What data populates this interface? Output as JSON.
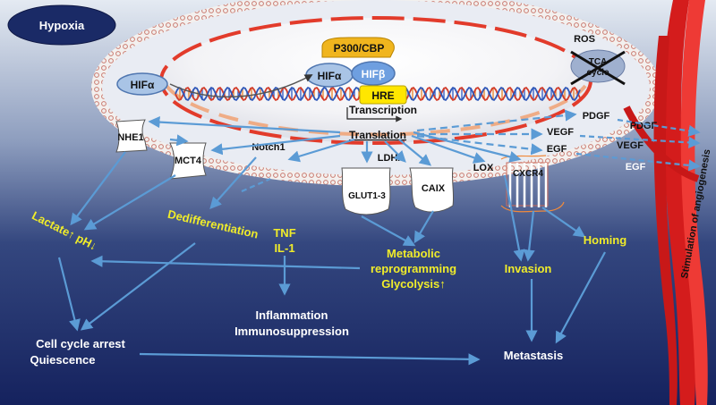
{
  "colors": {
    "bg_top": "#dfe6ef",
    "bg_bottom": "#1a2a66",
    "arrow": "#5b9bd5",
    "yellow_text": "#f0ec2a",
    "white_text": "#ffffff",
    "dark_text": "#111111",
    "vessel": "#e0201e",
    "hre": "#ffe600"
  },
  "labels": {
    "hypoxia": "Hypoxia",
    "p300": "P300/CBP",
    "hif_alpha_cyto": "HIFα",
    "hif_alpha_nuc": "HIFα",
    "hif_beta": "HIFβ",
    "hre": "HRE",
    "transcription": "Transcription",
    "translation": "Translation",
    "ros": "ROS",
    "tca_line1": "TCA",
    "tca_line2": "cycle",
    "nhe1": "NHE1",
    "mct4": "MCT4",
    "notch1": "Notch1",
    "ldha": "LDHA",
    "lox": "LOX",
    "glut": "GLUT1-3",
    "caix": "CAIX",
    "cxcr4": "CXCR4",
    "pdgf_in": "PDGF",
    "vegf_in": "VEGF",
    "egf_in": "EGF",
    "pdgf_out": "PDGF",
    "vegf_out": "VEGF",
    "egf_out": "EGF",
    "lactate": "Lactate↑ pH↓",
    "dedifferentiation": "Dedifferentiation",
    "tnf": "TNF",
    "il1": "IL-1",
    "metabolic_1": "Metabolic",
    "metabolic_2": "reprogramming",
    "metabolic_3": "Glycolysis↑",
    "invasion": "Invasion",
    "homing": "Homing",
    "inflammation_1": "Inflammation",
    "inflammation_2": "Immunosuppression",
    "cellcycle_1": "Cell cycle arrest",
    "cellcycle_2": "Quiescence",
    "metastasis": "Metastasis",
    "angiogenesis": "Stimulation of angiogenesis"
  }
}
